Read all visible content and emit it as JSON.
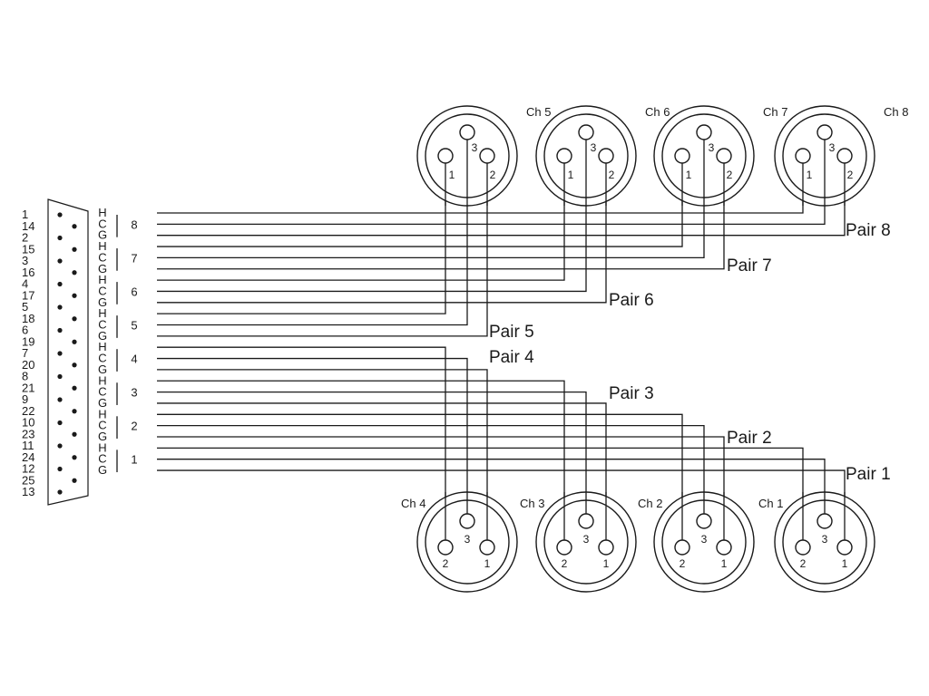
{
  "diagram": {
    "db25_pins": [
      "1",
      "14",
      "2",
      "15",
      "3",
      "16",
      "4",
      "17",
      "5",
      "18",
      "6",
      "19",
      "7",
      "20",
      "8",
      "21",
      "9",
      "22",
      "10",
      "23",
      "11",
      "24",
      "12",
      "25",
      "13"
    ],
    "pairs": [
      {
        "number": "8",
        "label": "Pair 8",
        "letters": [
          "H",
          "C",
          "G"
        ]
      },
      {
        "number": "7",
        "label": "Pair 7",
        "letters": [
          "H",
          "C",
          "G"
        ]
      },
      {
        "number": "6",
        "label": "Pair 6",
        "letters": [
          "H",
          "C",
          "G"
        ]
      },
      {
        "number": "5",
        "label": "Pair 5",
        "letters": [
          "H",
          "C",
          "G"
        ]
      },
      {
        "number": "4",
        "label": "Pair 4",
        "letters": [
          "H",
          "C",
          "G"
        ]
      },
      {
        "number": "3",
        "label": "Pair 3",
        "letters": [
          "H",
          "C",
          "G"
        ]
      },
      {
        "number": "2",
        "label": "Pair 2",
        "letters": [
          "H",
          "C",
          "G"
        ]
      },
      {
        "number": "1",
        "label": "Pair 1",
        "letters": [
          "H",
          "C",
          "G"
        ]
      }
    ],
    "top_connectors": [
      {
        "label": "Ch 5",
        "pins": [
          "1",
          "2",
          "3"
        ]
      },
      {
        "label": "Ch 6",
        "pins": [
          "1",
          "2",
          "3"
        ]
      },
      {
        "label": "Ch 7",
        "pins": [
          "1",
          "2",
          "3"
        ]
      },
      {
        "label": "Ch 8",
        "pins": [
          "1",
          "2",
          "3"
        ]
      }
    ],
    "bottom_connectors": [
      {
        "label": "Ch 4",
        "pins": [
          "1",
          "2",
          "3"
        ]
      },
      {
        "label": "Ch 3",
        "pins": [
          "1",
          "2",
          "3"
        ]
      },
      {
        "label": "Ch 2",
        "pins": [
          "1",
          "2",
          "3"
        ]
      },
      {
        "label": "Ch 1",
        "pins": [
          "1",
          "2",
          "3"
        ]
      }
    ]
  }
}
